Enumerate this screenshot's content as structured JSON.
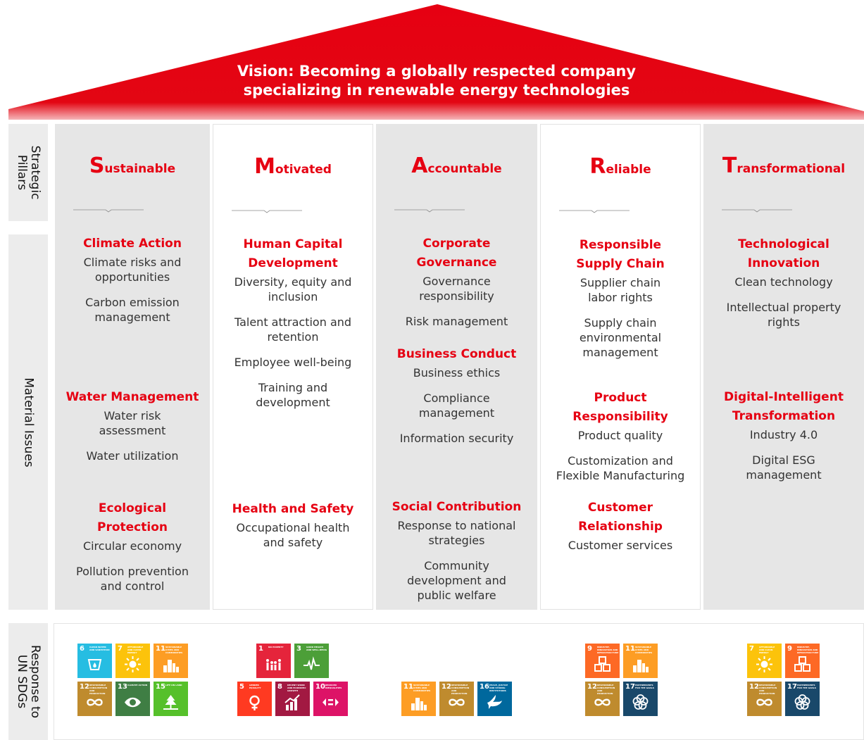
{
  "vision": {
    "line1": "Vision: Becoming a globally respected company",
    "line2": "specializing in renewable energy technologies"
  },
  "side_labels": {
    "pillars_line1": "Strategic",
    "pillars_line2": "Pillars",
    "material": "Material Issues",
    "sdgs_line1": "Response to",
    "sdgs_line2": "UN SDGs"
  },
  "columns": [
    {
      "letter": "S",
      "rest": "ustainable",
      "issues": [
        {
          "heading": [
            "Climate Action"
          ],
          "items": [
            [
              "Climate risks and",
              "opportunities"
            ],
            [
              "Carbon emission",
              "management"
            ]
          ]
        },
        {
          "heading": [
            "Water Management"
          ],
          "items": [
            [
              "Water risk",
              "assessment"
            ],
            [
              "Water utilization"
            ]
          ]
        },
        {
          "heading": [
            "Ecological",
            "Protection"
          ],
          "items": [
            [
              "Circular economy"
            ],
            [
              "Pollution prevention",
              "and control"
            ]
          ]
        }
      ]
    },
    {
      "letter": "M",
      "rest": "otivated",
      "issues": [
        {
          "heading": [
            "Human Capital",
            "Development"
          ],
          "items": [
            [
              "Diversity, equity and",
              "inclusion"
            ],
            [
              "Talent attraction and",
              "retention"
            ],
            [
              "Employee well-being"
            ],
            [
              "Training and",
              "development"
            ]
          ]
        },
        {
          "heading": [
            "Health and Safety"
          ],
          "items": [
            [
              "Occupational health",
              "and safety"
            ]
          ]
        }
      ]
    },
    {
      "letter": "A",
      "rest": "ccountable",
      "issues": [
        {
          "heading": [
            "Corporate",
            "Governance"
          ],
          "items": [
            [
              "Governance",
              "responsibility"
            ],
            [
              "Risk management"
            ]
          ]
        },
        {
          "heading": [
            "Business Conduct"
          ],
          "items": [
            [
              "Business ethics"
            ],
            [
              "Compliance",
              "management"
            ],
            [
              "Information security"
            ]
          ]
        },
        {
          "heading": [
            "Social Contribution"
          ],
          "items": [
            [
              "Response to national",
              "strategies"
            ],
            [
              "Community",
              "development and",
              "public welfare"
            ]
          ]
        }
      ]
    },
    {
      "letter": "R",
      "rest": "eliable",
      "issues": [
        {
          "heading": [
            "Responsible",
            "Supply Chain"
          ],
          "items": [
            [
              "Supplier chain",
              "labor rights"
            ],
            [
              "Supply chain",
              "environmental",
              "management"
            ]
          ]
        },
        {
          "heading": [
            "Product",
            "Responsibility"
          ],
          "items": [
            [
              "Product quality"
            ],
            [
              "Customization and",
              "Flexible Manufacturing"
            ]
          ]
        },
        {
          "heading": [
            "Customer",
            "Relationship"
          ],
          "items": [
            [
              "Customer services"
            ]
          ]
        }
      ]
    },
    {
      "letter": "T",
      "rest": "ransformational",
      "issues": [
        {
          "heading": [
            "Technological",
            "Innovation"
          ],
          "items": [
            [
              "Clean technology"
            ],
            [
              "Intellectual property",
              "rights"
            ]
          ]
        },
        {
          "heading": [
            "Digital-Intelligent",
            "Transformation"
          ],
          "items": [
            [
              "Industry 4.0"
            ],
            [
              "Digital ESG",
              "management"
            ]
          ]
        }
      ]
    }
  ],
  "sdg_groups": [
    [
      {
        "num": "6",
        "title": "Clean water and sanitation",
        "color": "#26bde2",
        "icon": "water-icon"
      },
      {
        "num": "7",
        "title": "Affordable and clean energy",
        "color": "#fcc30b",
        "icon": "sun-icon"
      },
      {
        "num": "11",
        "title": "Sustainable cities and communities",
        "color": "#fd9d24",
        "icon": "city-icon"
      },
      {
        "num": "12",
        "title": "Responsible consumption and production",
        "color": "#bf8b2e",
        "icon": "infinity-icon"
      },
      {
        "num": "13",
        "title": "Climate action",
        "color": "#3f7e44",
        "icon": "eye-icon"
      },
      {
        "num": "15",
        "title": "Life on land",
        "color": "#56c02b",
        "icon": "tree-icon"
      }
    ],
    [
      {
        "num": "1",
        "title": "No poverty",
        "color": "#e5243b",
        "icon": "family-icon"
      },
      {
        "num": "3",
        "title": "Good health and well-being",
        "color": "#4c9f38",
        "icon": "heartbeat-icon"
      },
      {
        "num": "5",
        "title": "Gender equality",
        "color": "#ff3a21",
        "icon": "gender-icon"
      },
      {
        "num": "8",
        "title": "Decent work and economic growth",
        "color": "#a21942",
        "icon": "growth-icon"
      },
      {
        "num": "10",
        "title": "Reduced inequalities",
        "color": "#dd1367",
        "icon": "equality-icon"
      }
    ],
    [
      {
        "num": "11",
        "title": "Sustainable cities and communities",
        "color": "#fd9d24",
        "icon": "city-icon"
      },
      {
        "num": "12",
        "title": "Responsible consumption and production",
        "color": "#bf8b2e",
        "icon": "infinity-icon"
      },
      {
        "num": "16",
        "title": "Peace, justice and strong institutions",
        "color": "#00689d",
        "icon": "dove-icon"
      }
    ],
    [
      {
        "num": "9",
        "title": "Industry, innovation and infrastructure",
        "color": "#fd6925",
        "icon": "cubes-icon"
      },
      {
        "num": "11",
        "title": "Sustainable cities and communities",
        "color": "#fd9d24",
        "icon": "city-icon"
      },
      {
        "num": "12",
        "title": "Responsible consumption and production",
        "color": "#bf8b2e",
        "icon": "infinity-icon"
      },
      {
        "num": "17",
        "title": "Partnerships for the goals",
        "color": "#19486a",
        "icon": "flower-icon"
      }
    ],
    [
      {
        "num": "7",
        "title": "Affordable and clean energy",
        "color": "#fcc30b",
        "icon": "sun-icon"
      },
      {
        "num": "9",
        "title": "Industry, innovation and infrastructure",
        "color": "#fd6925",
        "icon": "cubes-icon"
      },
      {
        "num": "12",
        "title": "Responsible consumption and production",
        "color": "#bf8b2e",
        "icon": "infinity-icon"
      },
      {
        "num": "17",
        "title": "Partnerships for the goals",
        "color": "#19486a",
        "icon": "flower-icon"
      }
    ]
  ]
}
